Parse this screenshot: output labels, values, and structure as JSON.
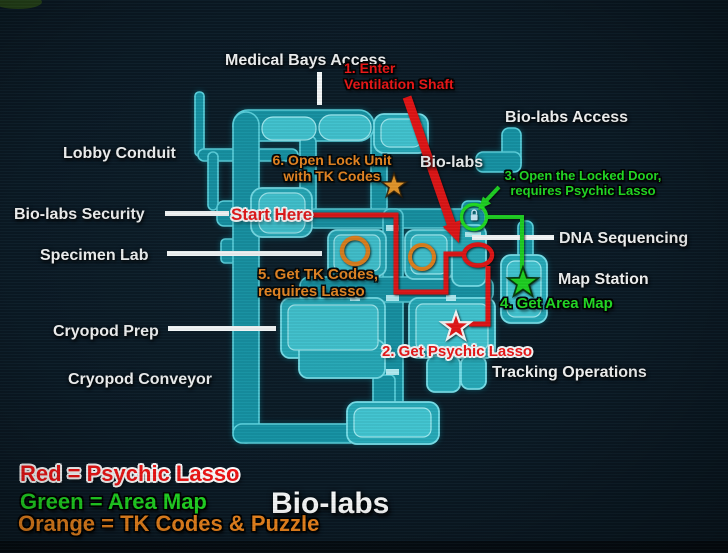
{
  "screen_title": "Bio-labs",
  "rooms": {
    "medical_bays_access": "Medical Bays Access",
    "lobby_conduit": "Lobby Conduit",
    "bio_labs_security": "Bio-labs Security",
    "specimen_lab": "Specimen Lab",
    "cryopod_prep": "Cryopod Prep",
    "cryopod_conveyor": "Cryopod Conveyor",
    "bio_labs": "Bio-labs",
    "bio_labs_access": "Bio-labs Access",
    "dna_sequencing": "DNA Sequencing",
    "map_station": "Map Station",
    "tracking_operations": "Tracking Operations"
  },
  "route": {
    "start": {
      "label": "Start Here",
      "color": "#f21414"
    },
    "step1": {
      "line1": "1. Enter",
      "line2": "Ventilation Shaft",
      "color": "#f21414"
    },
    "step2": {
      "label": "2. Get Psychic Lasso",
      "color": "#f21414"
    },
    "step3": {
      "line1": "3. Open the Locked Door,",
      "line2": "requires Psychic Lasso",
      "color": "#22dd22"
    },
    "step4": {
      "label": "4. Get Area Map",
      "color": "#22dd22"
    },
    "step5": {
      "line1": "5. Get TK Codes,",
      "line2": "requires Lasso",
      "color": "#f5891d"
    },
    "step6": {
      "line1": "6. Open Lock Unit",
      "line2": "with TK Codes",
      "color": "#f5891d"
    }
  },
  "legend": {
    "items": [
      {
        "label": "Red = Psychic Lasso",
        "color": "#f21414"
      },
      {
        "label": "Green = Area Map",
        "color": "#22dd22"
      },
      {
        "label": "Orange = TK Codes & Puzzle",
        "color": "#f5891d"
      }
    ],
    "title": "Bio-labs"
  },
  "icons": {
    "orange_star": "lock-unit-star-icon",
    "red_star": "psychic-lasso-star-icon",
    "green_star": "area-map-star-icon",
    "locked_door": "locked-door-circle-icon",
    "lock_glyph": "padlock-icon",
    "tk_circle_left": "tk-code-circle-icon",
    "tk_circle_right": "tk-code-circle-icon",
    "red_loop": "lasso-target-ellipse-icon",
    "red_arrow": "vent-shaft-arrow-icon",
    "green_arrow": "locked-door-arrow-icon"
  },
  "colors": {
    "background": "#0b1924",
    "map_pipe": "#1694a5",
    "map_room": "#27acba",
    "map_room_inner": "#43c8d4",
    "map_highlight": "#7ce4ee",
    "pointer_line": "#ffffff",
    "red": "#ea1111",
    "green": "#1fd41f",
    "orange": "#ec8317"
  }
}
